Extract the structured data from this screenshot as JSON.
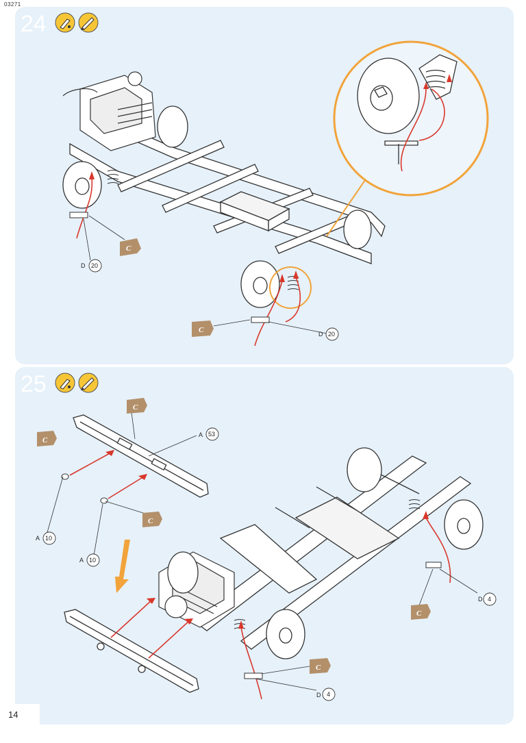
{
  "document_code": "03271",
  "page_number": "14",
  "colors": {
    "panel": "#e6f1fa",
    "accent_orange": "#f2a33a",
    "arrow_red": "#d9372b",
    "flag_tan": "#b3906a"
  },
  "icons": [
    "glue-tube-icon",
    "paint-brush-icon"
  ],
  "steps": [
    {
      "number": "24",
      "parts": [
        {
          "letter": "D",
          "number": "20"
        },
        {
          "letter": "D",
          "number": "20"
        }
      ],
      "flag_letter": "C"
    },
    {
      "number": "25",
      "parts": [
        {
          "letter": "A",
          "number": "53"
        },
        {
          "letter": "A",
          "number": "10"
        },
        {
          "letter": "A",
          "number": "10"
        },
        {
          "letter": "D",
          "number": "4"
        },
        {
          "letter": "D",
          "number": "4"
        }
      ],
      "flag_letter": "C"
    }
  ]
}
